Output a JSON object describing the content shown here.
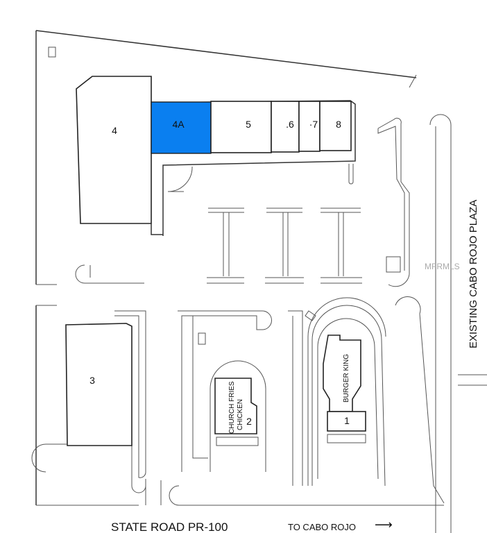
{
  "units": [
    {
      "id": "4",
      "label": "4"
    },
    {
      "id": "4A",
      "label": "4A",
      "highlighted": true
    },
    {
      "id": "5",
      "label": "5"
    },
    {
      "id": "6",
      "label": ".6"
    },
    {
      "id": "7",
      "label": "·7"
    },
    {
      "id": "8",
      "label": "8"
    },
    {
      "id": "3",
      "label": "3"
    },
    {
      "id": "2",
      "label": "2"
    },
    {
      "id": "1",
      "label": "1"
    }
  ],
  "tenants": {
    "church": "CHURCH FRIES",
    "church2": "CHICKEN",
    "bk": "BURGER  KING"
  },
  "roads": {
    "state_road": "STATE ROAD PR-100",
    "to_cabo_rojo": "TO CABO ROJO",
    "arrow": "⟶",
    "plaza": "EXISTING CABO ROJO PLAZA"
  },
  "watermark": "MFRMLS",
  "colors": {
    "highlight": "#0a7ff0"
  }
}
